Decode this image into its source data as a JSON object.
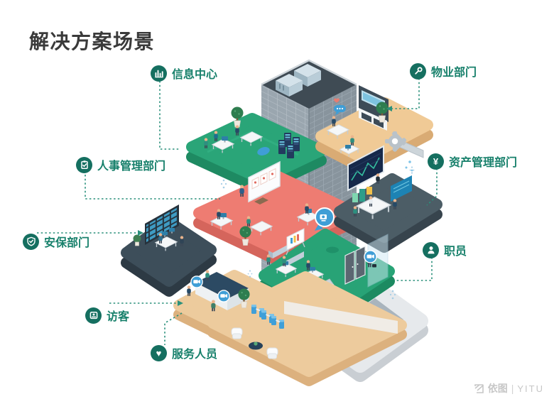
{
  "title": "解决方案场景",
  "labels": {
    "info_center": {
      "text": "信息中心",
      "icon": "bar-chart-icon"
    },
    "property": {
      "text": "物业部门",
      "icon": "wrench-icon"
    },
    "hr": {
      "text": "人事管理部门",
      "icon": "clipboard-check-icon"
    },
    "asset": {
      "text": "资产管理部门",
      "icon": "yuan-icon"
    },
    "security": {
      "text": "安保部门",
      "icon": "shield-check-icon"
    },
    "staff": {
      "text": "职员",
      "icon": "person-icon"
    },
    "visitor": {
      "text": "访客",
      "icon": "id-badge-icon"
    },
    "service": {
      "text": "服务人员",
      "icon": "heart-icon"
    }
  },
  "icon_glyphs": {
    "yuan": "¥",
    "heart": "♥"
  },
  "watermark": {
    "brand_cn": "依图",
    "separator": "|",
    "brand_en": "YITU"
  },
  "colors": {
    "accent": "#17806b",
    "accent_dark": "#156f60",
    "connector": "#2b917c",
    "title_color": "#3a3a3a",
    "watermark_gray": "#c7c7c7",
    "camera_badge_blue": "#3f9ed6",
    "platform_green": "#2aa578",
    "platform_red": "#ee7c72",
    "platform_tan": "#f0ca96",
    "platform_slate": "#4c5d66",
    "platform_navy": "#3d4e5a",
    "lobby_beige": "#edcb9d",
    "pad_gray": "#e6e9ec",
    "building_gray": "#9aa6af"
  }
}
